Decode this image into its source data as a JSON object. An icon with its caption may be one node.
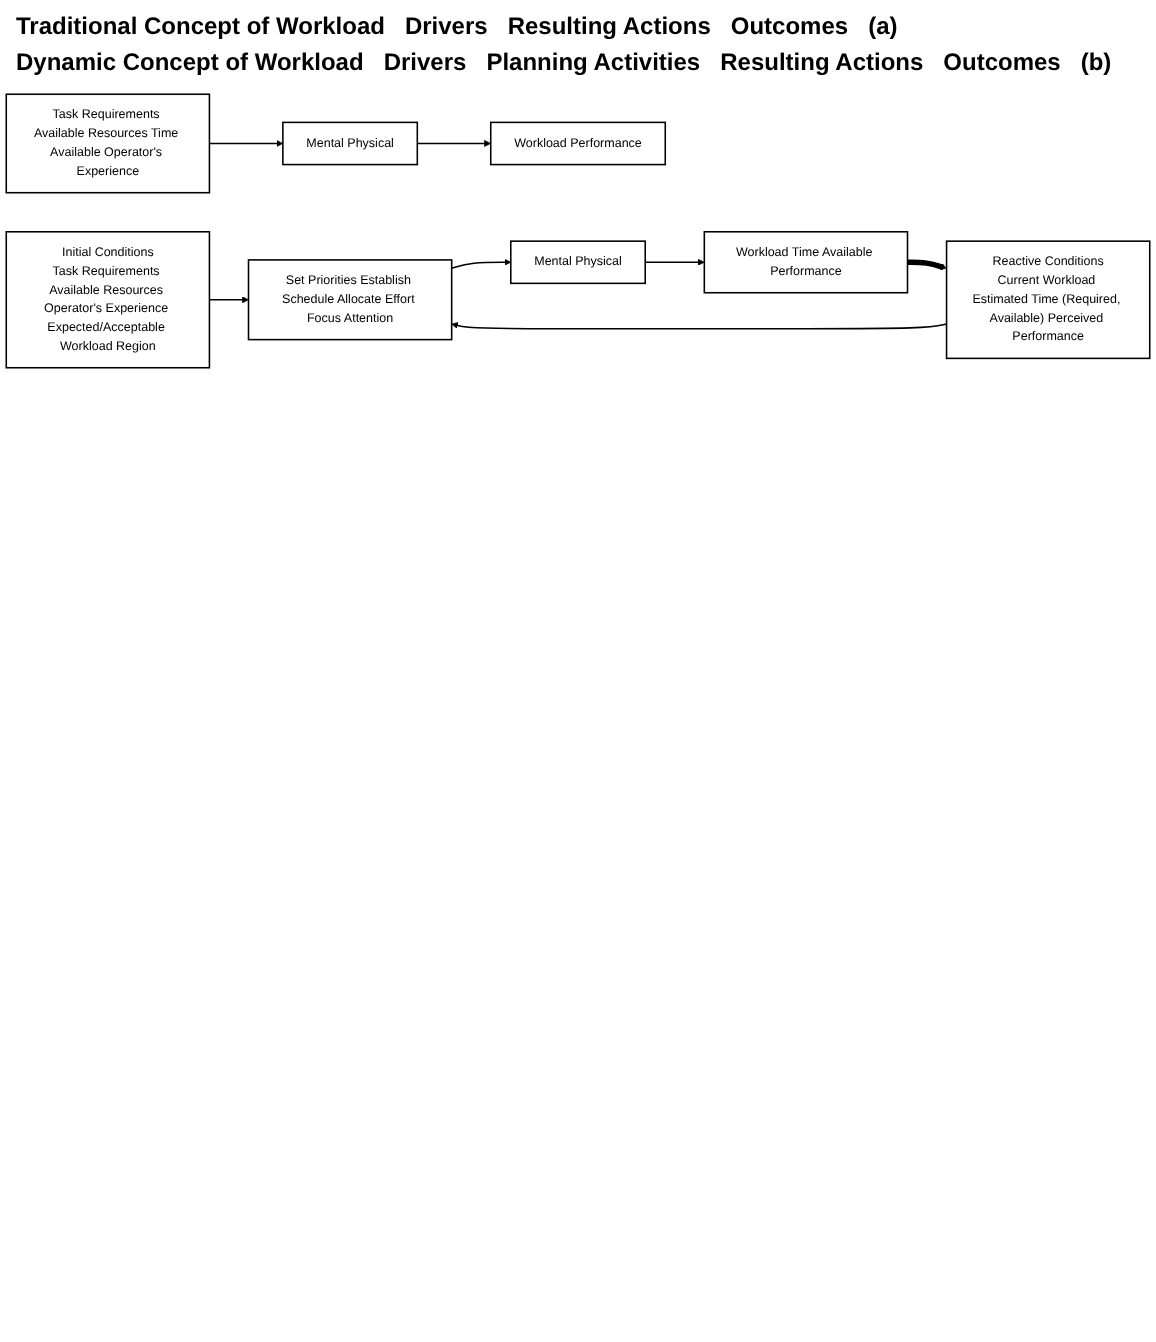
{
  "diagram": {
    "nodes": [
      {
        "text": [
          "Task Requirements Available Resources Time Available Operator's Experience"
        ]
      },
      {
        "text": [
          "Mental Physical"
        ]
      },
      {
        "text": [
          "Workload Performance"
        ]
      },
      {
        "text": [
          "Initial Conditions",
          "Task Requirements Available Resources Operator's Experience Expected/Acceptable Workload Region"
        ]
      },
      {
        "text": [
          "Reactive Conditions",
          "Current Workload Estimated Time (Required, Available) Perceived Performance"
        ]
      },
      {
        "text": [
          "Set Priorities Establish Schedule Allocate Effort Focus Attention"
        ]
      },
      {
        "text": [
          "Mental Physical"
        ]
      },
      {
        "text": [
          "Workload Time Available Performance"
        ]
      }
    ],
    "edges": [
      {
        "from": 0,
        "to": 1,
        "arrow": "to"
      },
      {
        "from": 1,
        "to": 2,
        "arrow": "to"
      },
      {
        "from": 3,
        "to": 5,
        "arrow": "to"
      },
      {
        "from": 4,
        "to": 5,
        "arrow": "to"
      },
      {
        "from": 5,
        "to": 6,
        "arrow": "to"
      },
      {
        "from": 6,
        "to": 7,
        "arrow": "to"
      },
      {
        "from": 7,
        "to": 4,
        "arrow": "to",
        "style": "thick"
      }
    ],
    "labels": [
      "Traditional Concept of Workload",
      "Drivers",
      "Resulting Actions",
      "Outcomes",
      "(a)",
      "Dynamic Concept of Workload",
      "Drivers",
      "Planning Activities",
      "Resulting Actions",
      "Outcomes",
      "(b)"
    ]
  }
}
